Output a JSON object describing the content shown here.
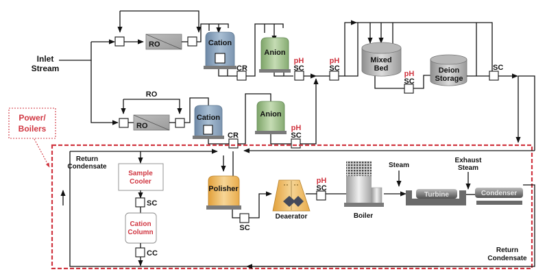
{
  "diagram": {
    "inlet": {
      "line1": "Inlet",
      "line2": "Stream"
    },
    "ro_top": {
      "label": "RO"
    },
    "ro_bottom": {
      "label": "RO",
      "bypass_label": "RO"
    },
    "cation_top": {
      "label": "Cation"
    },
    "cation_bottom": {
      "label": "Cation"
    },
    "anion_top": {
      "label": "Anion"
    },
    "anion_bottom": {
      "label": "Anion"
    },
    "mixed_bed": {
      "line1": "Mixed",
      "line2": "Bed"
    },
    "deion_storage": {
      "line1": "Deion",
      "line2": "Storage"
    },
    "sensors": {
      "cr_top": "CR",
      "cr_bottom": "CR",
      "anion_top_ph": "pH",
      "anion_top_sc": "SC",
      "mixed_in_ph": "pH",
      "mixed_in_sc": "SC",
      "mixed_out_ph": "pH",
      "mixed_out_sc": "SC",
      "storage_out_sc": "SC",
      "anion_bottom_ph": "pH",
      "anion_bottom_sc": "SC",
      "sample_sc": "SC",
      "cation_column_cc": "CC",
      "polisher_sc": "SC",
      "boiler_in_ph": "pH",
      "boiler_in_sc": "SC"
    },
    "power_boilers": {
      "line1": "Power/",
      "line2": "Boilers"
    },
    "return_condensate_left": {
      "line1": "Return",
      "line2": "Condensate"
    },
    "return_condensate_right": {
      "line1": "Return",
      "line2": "Condensate"
    },
    "sample_cooler": {
      "line1": "Sample",
      "line2": "Cooler"
    },
    "cation_column": {
      "line1": "Cation",
      "line2": "Column"
    },
    "polisher": {
      "label": "Polisher"
    },
    "deaerator": {
      "label": "Deaerator"
    },
    "boiler": {
      "label": "Boiler"
    },
    "steam": {
      "label": "Steam"
    },
    "exhaust_steam": {
      "line1": "Exhaust",
      "line2": "Steam"
    },
    "turbine": {
      "label": "Turbine"
    },
    "condenser": {
      "label": "Condenser"
    },
    "colors": {
      "accent_red": "#d0343f",
      "cation_blue": "#7f9bb8",
      "anion_green": "#8fb27a",
      "polisher_orange": "#e8a83a",
      "equipment_gray": "#a9a9a9"
    }
  }
}
